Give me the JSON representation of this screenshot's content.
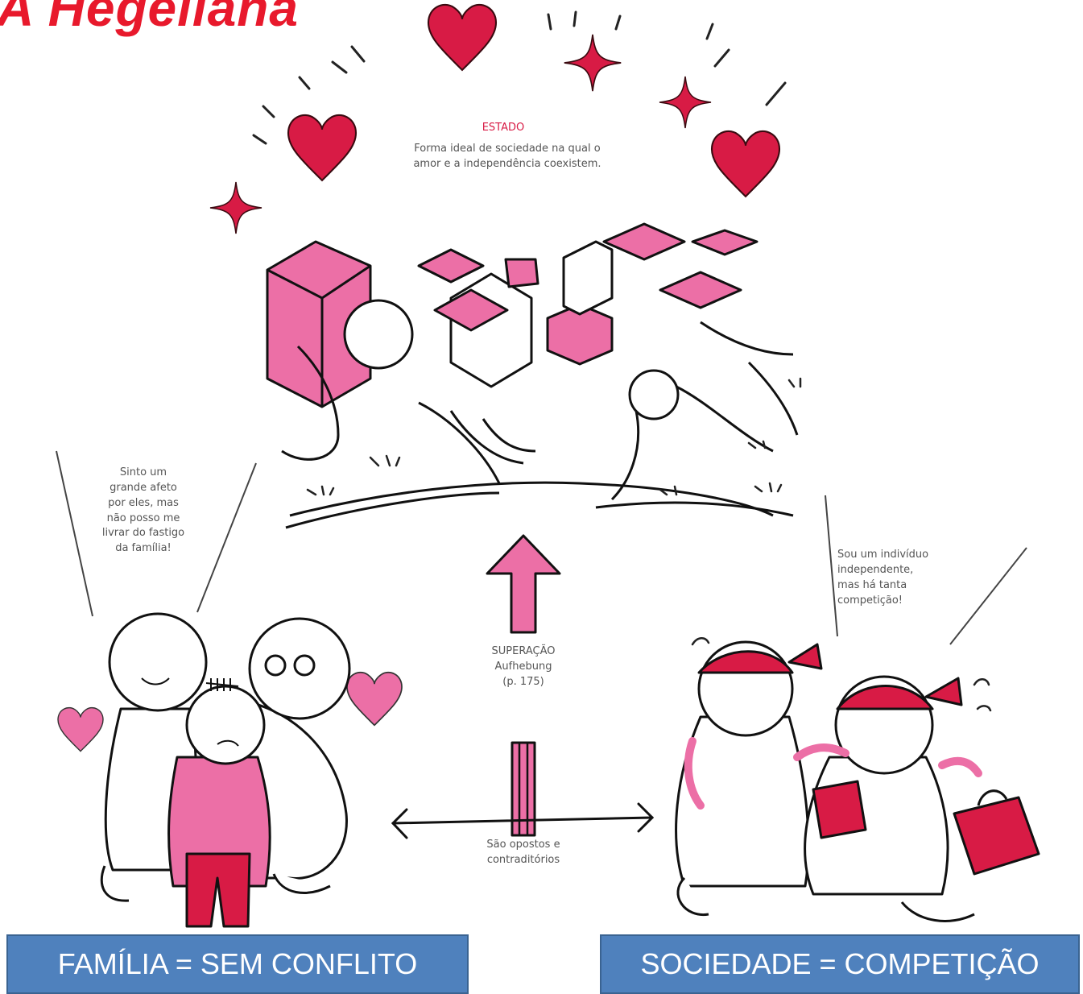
{
  "header": {
    "title_prefix": "A",
    "title_word": "Hegeliana"
  },
  "diagram": {
    "state_heading": "ESTADO",
    "state_text": "Forma ideal de sociedade na qual o\namor e a independência coexistem.",
    "family_speech": "Sinto um\ngrande afeto\npor eles, mas\nnão posso me\nlivrar do fastigo\nda família!",
    "society_speech": "Sou um indivíduo\nindependente,\nmas há tanta\ncompetição!",
    "overcoming": "SUPERAÇÃO\nAufhebung\n(p. 175)",
    "opposites": "São opostos e\ncontraditórios"
  },
  "labels": {
    "family": "FAMÍLIA = SEM CONFLITO",
    "society": "SOCIEDADE =  COMPETIÇÃO"
  },
  "colors": {
    "accent_red": "#e8192c",
    "heart": "#d81b45",
    "pink": "#ec6fa6",
    "label_box": "#4f81bd"
  }
}
